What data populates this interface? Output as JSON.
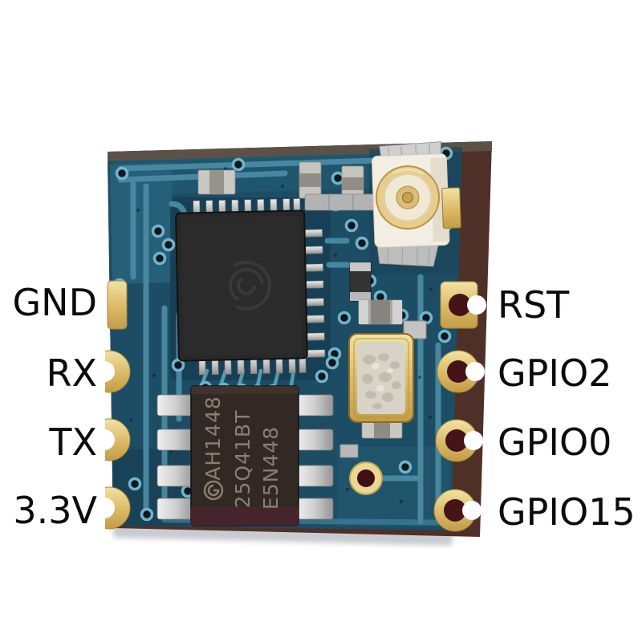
{
  "module": {
    "left_pins": [
      {
        "label": "GND"
      },
      {
        "label": "RX"
      },
      {
        "label": "TX"
      },
      {
        "label": "3.3V"
      }
    ],
    "right_pins": [
      {
        "label": "RST"
      },
      {
        "label": "GPIO2"
      },
      {
        "label": "GPIO0"
      },
      {
        "label": "GPIO15"
      }
    ],
    "flash_chip": {
      "marking_lines": [
        "AH1448",
        "25Q41BT",
        "E5N448"
      ]
    },
    "colors": {
      "pcb_blue": "#1d4d64",
      "trace_teal": "#4a8aa3",
      "pad_gold": "#e3cd86",
      "board_edge_maroon": "#4e3028",
      "hole_maroon": "#451418",
      "label_text": "#0b0b0b"
    }
  }
}
